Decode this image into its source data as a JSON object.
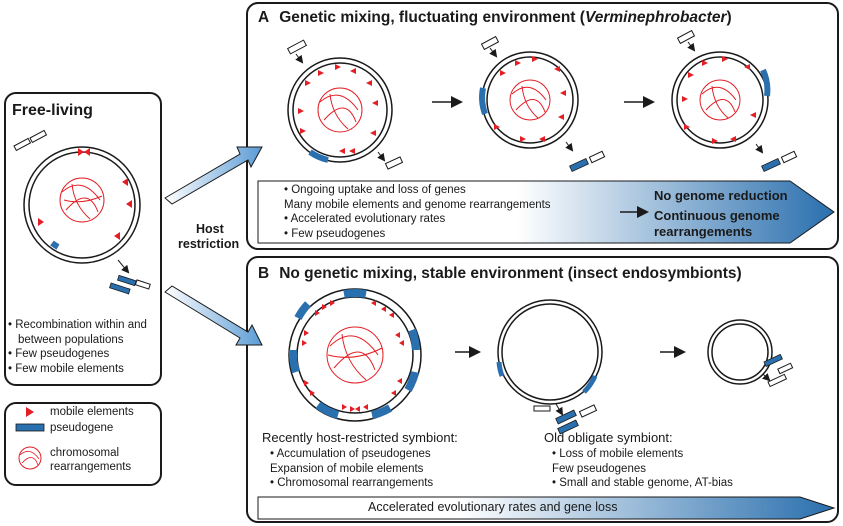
{
  "free_living": {
    "title": "Free-living",
    "bullets": [
      "Recombination within and",
      "between populations",
      "Few pseudogenes",
      "Few mobile elements"
    ]
  },
  "host_restriction": {
    "line1": "Host",
    "line2": "restriction"
  },
  "legend": {
    "mobile_elements": "mobile elements",
    "pseudogene": "pseudogene",
    "chromosomal_line1": "chromosomal",
    "chromosomal_line2": "rearrangements"
  },
  "panel_a": {
    "letter": "A",
    "title_prefix": "Genetic mixing, fluctuating environment (",
    "title_italic": "Verminephrobacter",
    "title_suffix": ")",
    "bullets": [
      "Ongoing uptake and loss of genes",
      "Many mobile elements and genome rearrangements",
      "Accelerated evolutionary rates",
      "Few pseudogenes"
    ],
    "result_line1": "No genome reduction",
    "result_line2": "Continuous genome",
    "result_line3": "rearrangements"
  },
  "panel_b": {
    "letter": "B",
    "title": "No genetic mixing, stable environment (insect endosymbionts)",
    "recent_heading": "Recently host-restricted symbiont:",
    "recent_bullets": [
      "Accumulation of pseudogenes",
      "Expansion of mobile elements",
      "Chromosomal rearrangements"
    ],
    "old_heading": "Old obligate symbiont:",
    "old_bullets": [
      "Loss of mobile elements",
      "Few pseudogenes",
      "Small and stable genome, AT-bias"
    ],
    "bottom_arrow": "Accelerated evolutionary rates and gene loss"
  },
  "colors": {
    "accent_blue": "#2a6fae",
    "mobile_red": "#e31e24",
    "light_blue": "#cfe2f3"
  }
}
